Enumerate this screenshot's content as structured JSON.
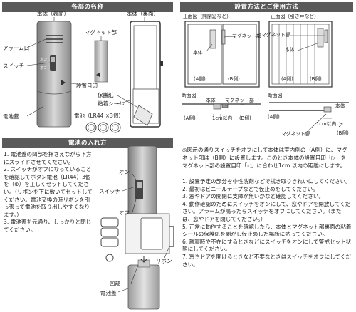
{
  "sections": {
    "parts_title": "各部の名称",
    "setup_title": "設置方法とご使用方法",
    "battery_title": "電池の入れ方"
  },
  "parts": {
    "body_front": "本体（表面）",
    "body_back": "本体（裏面）",
    "alarm_port": "アラーム口",
    "switch": "スイッチ",
    "switch_on": "オン",
    "switch_off": "オフ",
    "magnet": "マグネット部",
    "install_mark": "設置目印",
    "battery_box": "電池蓋",
    "protective_paper": "保護紙",
    "adhesive_seal": "粘着シール",
    "battery_label": "電池（LR44 ×3個）"
  },
  "setup": {
    "front_open_window": "正面図（開閉窓など）",
    "front_sliding": "正面図（引き戸など）",
    "magnet": "マグネット部",
    "body": "本体",
    "side_a": "(A側)",
    "side_b": "(B側)",
    "section_view": "断面図",
    "gap": "1cm以内",
    "side_a2": "(A側)",
    "side_b2": "(B側)"
  },
  "battery_steps": [
    "1. 電池蓋の凹部を押さえながら下方にスライドさせてください。",
    "2. スイッチがオフになっていることを確認してボタン電池（LR44）3個を（⊕）を正しくセットしてください。（リボンを下に敷いてセットしてください。電池交換の時リボンを引っ張って電池を取り出しやすくなります。）",
    "3. 電池蓋を元通り、しっかりと閉じてください。"
  ],
  "battery_diagram": {
    "on": "オン",
    "switch": "スイッチ",
    "off": "オフ",
    "ribbon": "リボン",
    "recess": "凹部",
    "cover": "電池蓋"
  },
  "usage_intro": "◎図示の通りスイッチをオフにして本体は室内側の（A側）に、マグネット部は（B側）に設置します。このとき本体の設置目印「▷」をマグネット部の設置目印「◁」に合わせ1cm 以内の距離にします。",
  "usage_steps": [
    "1. 設置予定の部分を中性洗剤などで拭き取りきれいにしてください。",
    "2. 最初はビニールテープなどで仮止めをしてください。",
    "3. 窓やドアの開閉に支障が無いかなど確認してください。",
    "4. 動作確認のためにスイッチをオンにして、窓やドアを開放してください。アラームが鳴ったらスイッチをオフにしてください。（または、窓やドアを閉じてください。）",
    "5. 正常に動作することを確認したら、本体とマグネット部裏面の粘着シールの保護紙を剥がし仮止めした場所に貼ってください。",
    "6. 就寝時や不在にするときなどにスイッチをオンにして警戒セット状態にしてください。",
    "7. 窓やドアを開けるときなど不要なときはスイッチをオフにしてください。"
  ]
}
